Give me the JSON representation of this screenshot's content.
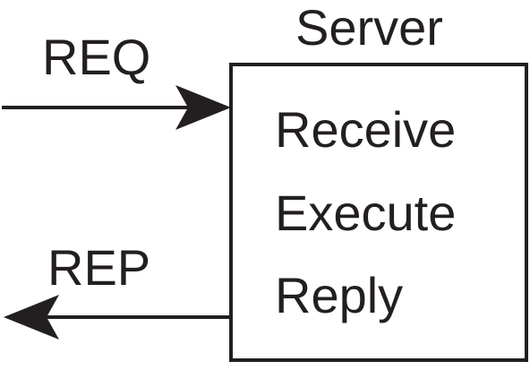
{
  "server": {
    "title": "Server",
    "steps": [
      "Receive",
      "Execute",
      "Reply"
    ]
  },
  "arrows": {
    "request_label": "REQ",
    "reply_label": "REP"
  },
  "colors": {
    "ink": "#231f20",
    "background": "#ffffff"
  }
}
